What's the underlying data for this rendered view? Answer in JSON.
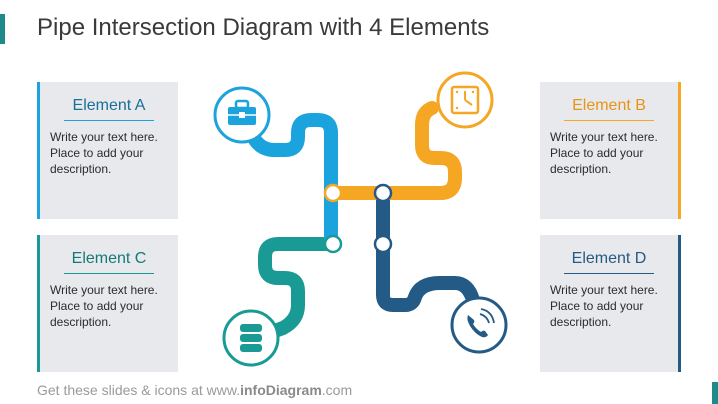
{
  "title": "Pipe Intersection Diagram with 4 Elements",
  "colors": {
    "accent": "#1f8a8a",
    "blue": "#1ba3de",
    "orange": "#f5a623",
    "teal": "#1a9a95",
    "navy": "#245a86",
    "card_bg": "#e7e9ec"
  },
  "elements": [
    {
      "title": "Element A",
      "text": "Write your text here.\nPlace to add your\ndescription.",
      "color": "#1ba3de",
      "icon": "toolbox-icon"
    },
    {
      "title": "Element B",
      "text": "Write your text here.\nPlace to add your\ndescription.",
      "color": "#f5a623",
      "icon": "clock-icon"
    },
    {
      "title": "Element C",
      "text": "Write your text here.\nPlace to add your\ndescription.",
      "color": "#1a9a95",
      "icon": "database-icon"
    },
    {
      "title": "Element D",
      "text": "Write your text here.\nPlace to add your\ndescription.",
      "color": "#245a86",
      "icon": "phone-icon"
    }
  ],
  "footer": {
    "prefix": "Get these slides & icons at www.",
    "brand": "infoDiagram",
    "suffix": ".com"
  }
}
